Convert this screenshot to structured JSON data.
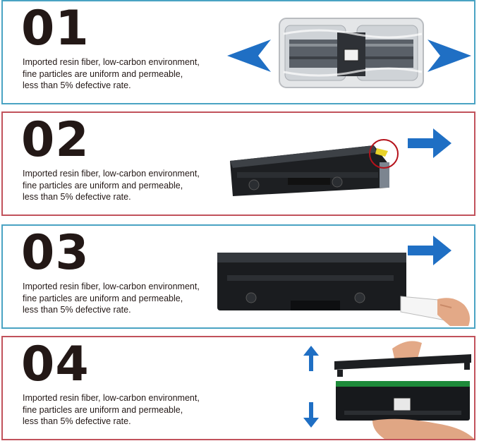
{
  "steps": [
    {
      "number": "01",
      "lines": [
        "Imported resin fiber, low-carbon environment,",
        "fine particles are uniform and permeable,",
        "less than 5% defective rate."
      ]
    },
    {
      "number": "02",
      "lines": [
        "Imported resin fiber, low-carbon environment,",
        "fine particles are uniform and permeable,",
        "less than 5% defective rate."
      ]
    },
    {
      "number": "03",
      "lines": [
        "Imported resin fiber, low-carbon environment,",
        "fine particles are uniform and permeable,",
        "less than 5% defective rate."
      ]
    },
    {
      "number": "04",
      "lines": [
        "Imported resin fiber, low-carbon environment,",
        "fine particles are uniform and permeable,",
        "less than 5% defective rate."
      ]
    }
  ],
  "colors": {
    "panel_blue": "#4aa3c3",
    "panel_red": "#c1525b",
    "arrow_blue": "#1f6fc4",
    "text": "#231816"
  },
  "icons": [
    "arrow-left-icon",
    "arrow-right-icon",
    "arrow-up-icon",
    "arrow-down-icon"
  ]
}
